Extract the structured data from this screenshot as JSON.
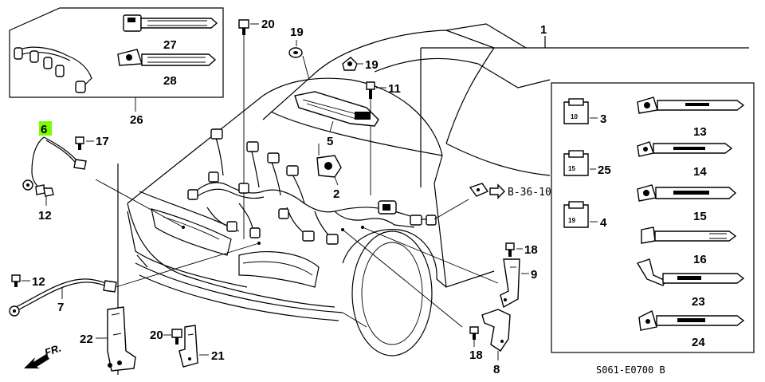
{
  "diagram": {
    "highlight_color": "#7CFC00",
    "parts": {
      "p1": "1",
      "p2": "2",
      "p3": "3",
      "p4": "4",
      "p5": "5",
      "p6": "6",
      "p7": "7",
      "p8": "8",
      "p9": "9",
      "p11": "11",
      "p12a": "12",
      "p12b": "12",
      "p13": "13",
      "p14": "14",
      "p15": "15",
      "p16": "16",
      "p17": "17",
      "p18a": "18",
      "p18b": "18",
      "p19a": "19",
      "p19b": "19",
      "p20a": "20",
      "p20b": "20",
      "p21": "21",
      "p22": "22",
      "p23": "23",
      "p24": "24",
      "p25": "25",
      "p26": "26",
      "p27": "27",
      "p28": "28"
    },
    "connector_labels": {
      "c3": "10",
      "c25": "15",
      "c4": "19"
    },
    "reference": "B-36-10",
    "direction": "FR.",
    "diagram_code": "S061-E0700 B"
  }
}
